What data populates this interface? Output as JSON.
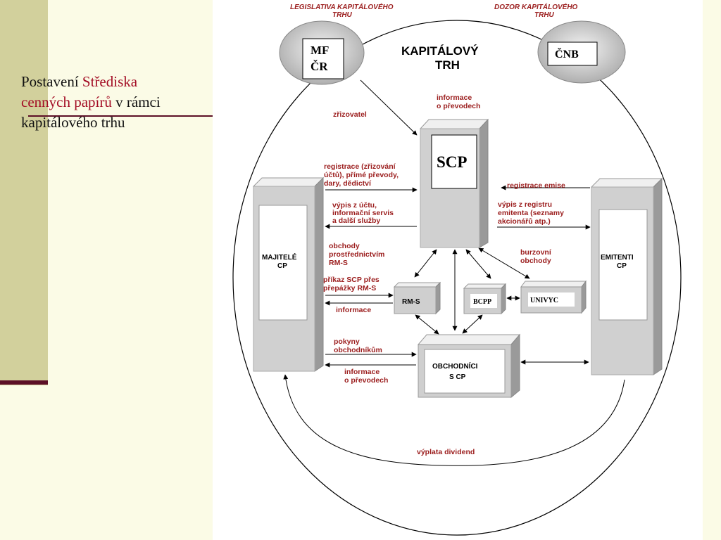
{
  "slide": {
    "title_parts": [
      "Postavení",
      "Střediska cenných papírů",
      "v rámci kapitálového trhu"
    ]
  },
  "diagram": {
    "top_labels": {
      "legislation": [
        "LEGISLATIVA KAPITÁLOVÉHO",
        "TRHU"
      ],
      "supervision": [
        "DOZOR KAPITÁLOVÉHO",
        "TRHU"
      ]
    },
    "mf": [
      "MF",
      "ČR"
    ],
    "cnb": "ČNB",
    "market_title": [
      "KAPITÁLOVÝ",
      "TRH"
    ],
    "scp": "SCP",
    "owners": [
      "MAJITELÉ",
      "CP"
    ],
    "issuers": [
      "EMITENTI",
      "CP"
    ],
    "rms": "RM-S",
    "bcpp": "BCPP",
    "univyc": "UNIVYC",
    "traders": [
      "OBCHODNÍCI",
      "S CP"
    ],
    "labels": {
      "founder": "zřizovatel",
      "transfer_info": [
        "informace",
        "o převodech"
      ],
      "registration": [
        "registrace (zřizování",
        "účtů), přímé převody,",
        "dary, dědictví"
      ],
      "statement": [
        "výpis z účtu,",
        "informační servis",
        "a další služby"
      ],
      "issue_registration": "registrace emise",
      "registry_extract": [
        "výpis z registru",
        "emitenta (seznamy",
        "akcionářů atp.)"
      ],
      "rms_trades": [
        "obchody",
        "prostřednictvím",
        "RM-S"
      ],
      "exchange_trades": [
        "burzovní",
        "obchody"
      ],
      "rms_order": [
        "příkaz SCP přes",
        "přepážky RM-S"
      ],
      "information": "informace",
      "trader_instructions": [
        "pokyny",
        "obchodníkům"
      ],
      "trader_info": [
        "informace",
        "o převodech"
      ],
      "dividend": "výplata dividend"
    }
  },
  "colors": {
    "accent": "#a30c24",
    "label_red": "#9b1d1d",
    "sidebar": "#d2d09c",
    "background": "#fbfbe6"
  }
}
